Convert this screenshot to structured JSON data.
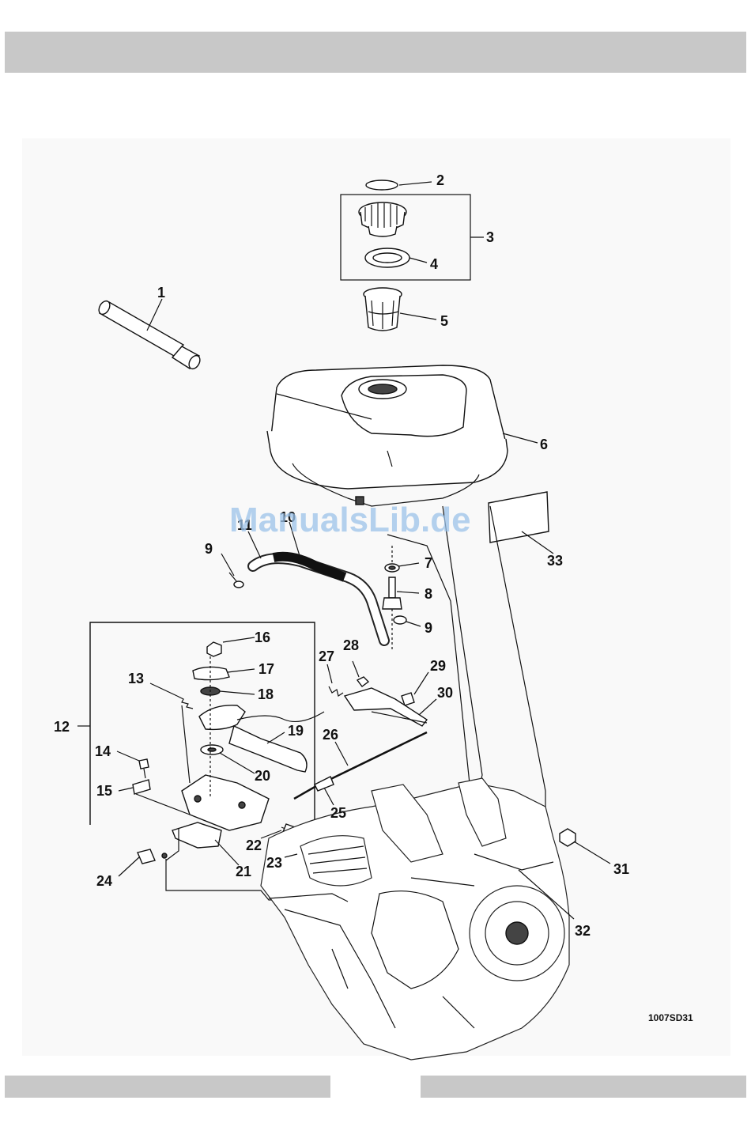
{
  "watermark": "ManualsLib.de",
  "drawing_code": "1007SD31",
  "callouts": {
    "c1": "1",
    "c2": "2",
    "c3": "3",
    "c4": "4",
    "c5": "5",
    "c6": "6",
    "c7": "7",
    "c8": "8",
    "c9a": "9",
    "c9b": "9",
    "c10": "10",
    "c11": "11",
    "c12": "12",
    "c13": "13",
    "c14": "14",
    "c15": "15",
    "c16": "16",
    "c17": "17",
    "c18": "18",
    "c19": "19",
    "c20": "20",
    "c21": "21",
    "c22": "22",
    "c23": "23",
    "c24": "24",
    "c25": "25",
    "c26": "26",
    "c27": "27",
    "c28": "28",
    "c29": "29",
    "c30": "30",
    "c31": "31",
    "c32": "32",
    "c33": "33"
  }
}
